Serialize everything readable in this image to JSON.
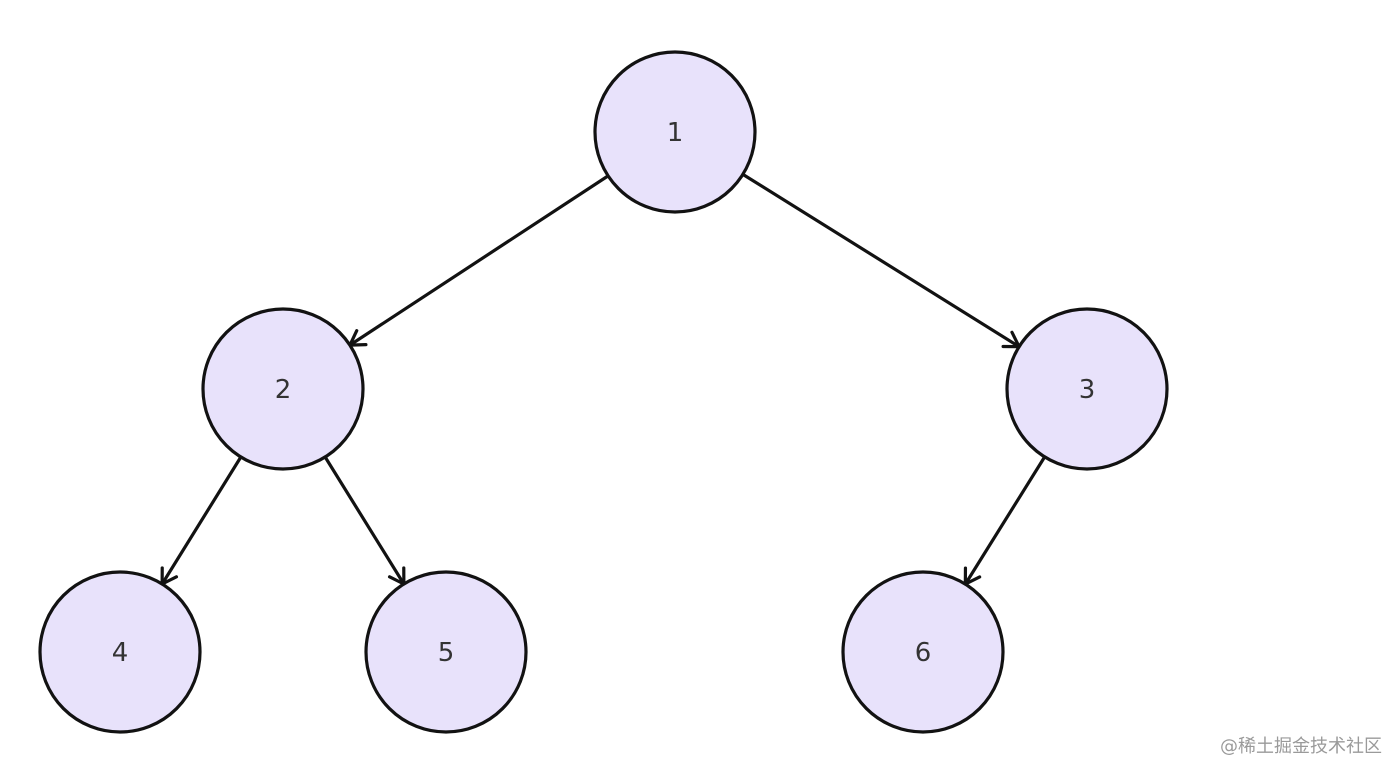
{
  "nodes": [
    {
      "id": "1",
      "label": "1"
    },
    {
      "id": "2",
      "label": "2"
    },
    {
      "id": "3",
      "label": "3"
    },
    {
      "id": "4",
      "label": "4"
    },
    {
      "id": "5",
      "label": "5"
    },
    {
      "id": "6",
      "label": "6"
    }
  ],
  "edges": [
    {
      "from": "1",
      "to": "2"
    },
    {
      "from": "1",
      "to": "3"
    },
    {
      "from": "2",
      "to": "4"
    },
    {
      "from": "2",
      "to": "5"
    },
    {
      "from": "3",
      "to": "6"
    }
  ],
  "colors": {
    "node_fill": "#e8e2fb",
    "stroke": "#121212",
    "label": "#333333",
    "watermark": "#9a9a9a"
  },
  "watermark": "@稀土掘金技术社区"
}
